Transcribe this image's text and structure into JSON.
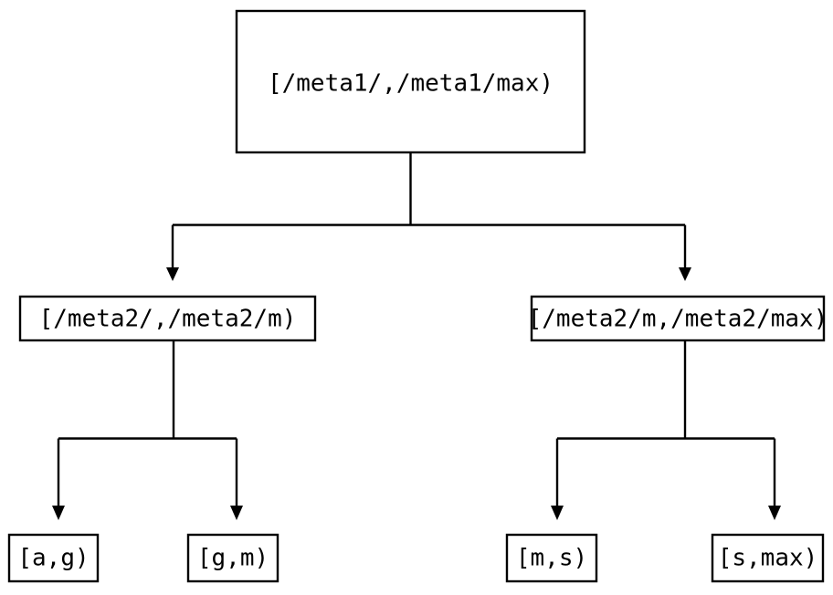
{
  "diagram": {
    "type": "interval-partition-tree",
    "background_color": "#ffffff",
    "line_color": "#000000",
    "text_color": "#000000",
    "root": {
      "id": "root",
      "label": "[/meta1/,/meta1/max)"
    },
    "level2": [
      {
        "id": "mid-left",
        "label": "[/meta2/,/meta2/m)"
      },
      {
        "id": "mid-right",
        "label": "[/meta2/m,/meta2/max)"
      }
    ],
    "leaves": [
      {
        "id": "leaf-a-g",
        "label": "[a,g)"
      },
      {
        "id": "leaf-g-m",
        "label": "[g,m)"
      },
      {
        "id": "leaf-m-s",
        "label": "[m,s)"
      },
      {
        "id": "leaf-s-max",
        "label": "[s,max)"
      }
    ]
  }
}
